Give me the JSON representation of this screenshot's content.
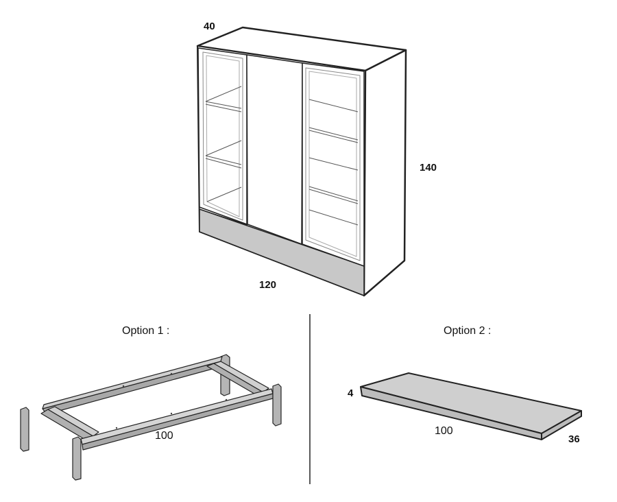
{
  "cabinet": {
    "depth": "40",
    "height": "140",
    "width": "120"
  },
  "options": [
    {
      "label": "Option 1 :",
      "length": "100"
    },
    {
      "label": "Option 2 :",
      "length": "100",
      "thickness": "4",
      "depth": "36"
    }
  ],
  "colors": {
    "line": "#222222",
    "plinth": "#c8c8c8",
    "panel": "#ffffff",
    "frame": "#a0a0a0",
    "top": "#cfcfcf"
  }
}
